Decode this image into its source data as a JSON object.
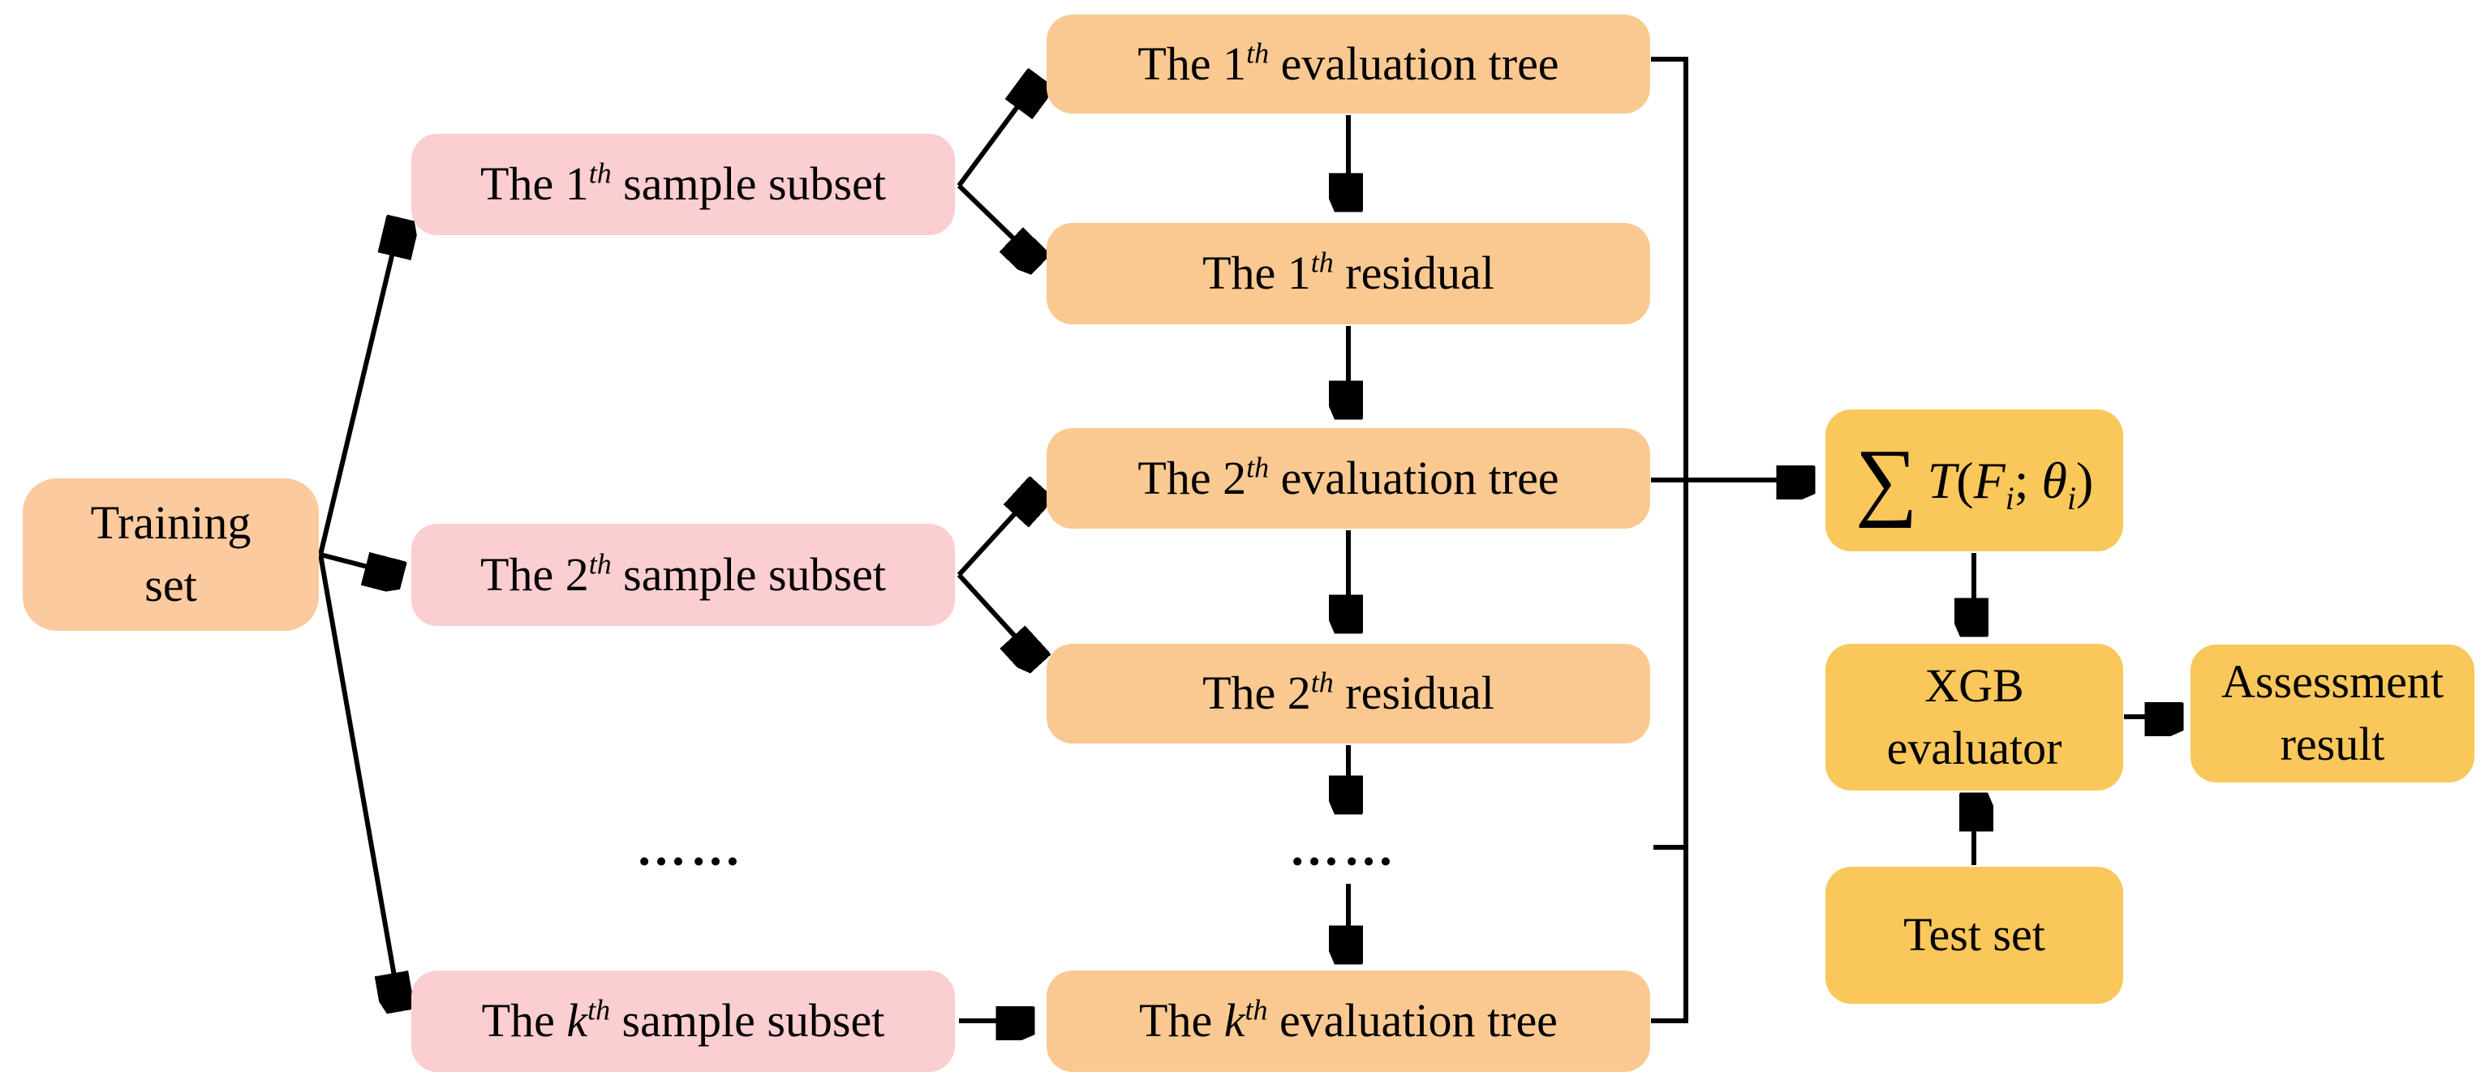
{
  "colors": {
    "training_fill": "#FBCA9E",
    "subset_fill": "#FBCED2",
    "tree_fill": "#FAC992",
    "result_fill": "#F9C75A",
    "line": "#000000",
    "background": "#FFFFFF"
  },
  "diagram": {
    "training_set": {
      "line1": "Training",
      "line2": "set"
    },
    "sample_subsets": [
      {
        "pre": "The ",
        "ord": "1",
        "sup": "th",
        "post": " sample subset"
      },
      {
        "pre": "The ",
        "ord": "2",
        "sup": "th",
        "post": " sample subset"
      },
      {
        "pre": "The ",
        "ord": "k",
        "sup": "th",
        "post": " sample subset"
      }
    ],
    "evaluation_trees": [
      {
        "pre": "The ",
        "ord": "1",
        "sup": "th",
        "post": " evaluation tree"
      },
      {
        "pre": "The ",
        "ord": "2",
        "sup": "th",
        "post": " evaluation tree"
      },
      {
        "pre": "The ",
        "ord": "k",
        "sup": "th",
        "post": " evaluation tree"
      }
    ],
    "residuals": [
      {
        "pre": "The ",
        "ord": "1",
        "sup": "th",
        "post": " residual"
      },
      {
        "pre": "The ",
        "ord": "2",
        "sup": "th",
        "post": " residual"
      }
    ],
    "sum_formula": {
      "sigma": "∑",
      "term_t": "T",
      "paren_open": "(",
      "var_f": "F",
      "sub_i1": "i",
      "separator": "; ",
      "var_theta": "θ",
      "sub_i2": "i",
      "paren_close": ")"
    },
    "xgb_evaluator": {
      "line1": "XGB",
      "line2": "evaluator"
    },
    "test_set": {
      "label": "Test set"
    },
    "assessment_result": {
      "line1": "Assessment",
      "line2": "result"
    },
    "ellipsis_left": "……",
    "ellipsis_right": "……"
  }
}
